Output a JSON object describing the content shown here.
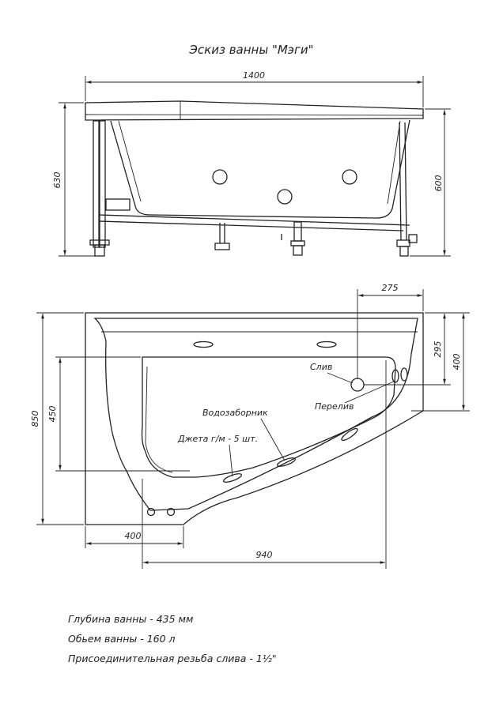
{
  "title": "Эскиз ванны \"Мэги\"",
  "side_view": {
    "width_label": "1400",
    "height_left_label": "630",
    "height_right_label": "600"
  },
  "top_view": {
    "dim_275": "275",
    "dim_295": "295",
    "dim_400_right": "400",
    "dim_850": "850",
    "dim_450": "450",
    "dim_400_bottom": "400",
    "dim_940": "940",
    "label_drain": "Слив",
    "label_overflow": "Перелив",
    "label_intake": "Водозаборник",
    "label_jets": "Джета г/м - 5 шт."
  },
  "specs": {
    "depth": "Глубина ванны - 435 мм",
    "volume": "Обьем ванны -  160 л",
    "thread": "Присоединительная резьба слива - 1½\""
  }
}
